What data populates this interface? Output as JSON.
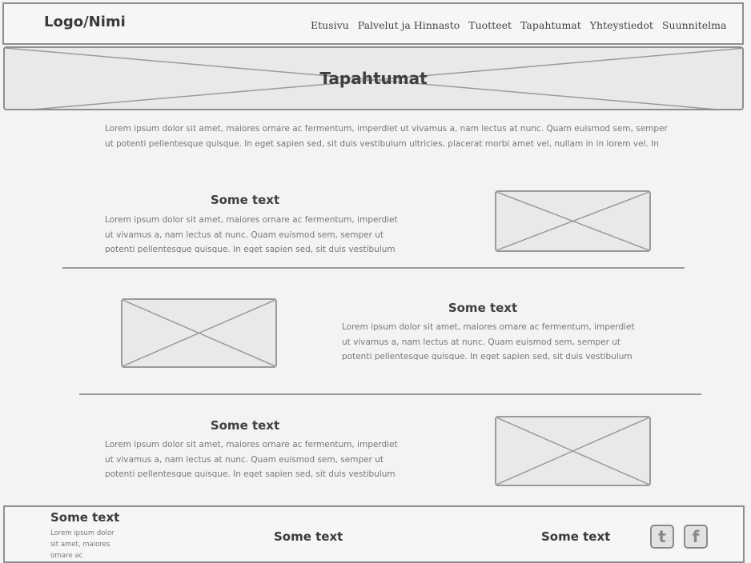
{
  "header": {
    "logo": "Logo/Nimi",
    "nav": [
      "Etusivu",
      "Palvelut ja Hinnasto",
      "Tuotteet",
      "Tapahtumat",
      "Yhteystiedot",
      "Suunnitelma"
    ]
  },
  "hero": {
    "title": "Tapahtumat"
  },
  "intro": {
    "text": "Lorem ipsum dolor sit amet, maiores ornare ac fermentum, imperdiet ut vivamus a, nam lectus at nunc. Quam euismod sem, semper ut potenti pellentesque quisque. In eget sapien sed, sit duis vestibulum ultricies, placerat morbi amet vel, nullam in in lorem vel. In molestie"
  },
  "sections": [
    {
      "title": "Some text",
      "text": "Lorem ipsum dolor sit amet, maiores ornare ac fermentum, imperdiet ut vivamus a, nam lectus at nunc. Quam euismod sem, semper ut potenti pellentesque quisque. In eget sapien sed, sit duis vestibulum ultricies."
    },
    {
      "title": "Some text",
      "text": "Lorem ipsum dolor sit amet, maiores ornare ac fermentum, imperdiet ut vivamus a, nam lectus at nunc. Quam euismod sem, semper ut potenti pellentesque quisque. In eget sapien sed, sit duis vestibulum ultricies."
    },
    {
      "title": "Some text",
      "text": "Lorem ipsum dolor sit amet, maiores ornare ac fermentum, imperdiet ut vivamus a, nam lectus at nunc. Quam euismod sem, semper ut potenti pellentesque quisque. In eget sapien sed, sit duis vestibulum ultricies."
    }
  ],
  "footer": {
    "col1_title": "Some text",
    "col1_text": "Lorem ipsum dolor sit amet, maiores ornare ac",
    "col2_title": "Some text",
    "col3_title": "Some text",
    "icons": [
      "twitter-icon",
      "facebook-icon"
    ],
    "twitter_glyph": "t",
    "facebook_glyph": "f"
  },
  "colors": {
    "background": "#f3f3f3",
    "border": "#8e8e8e",
    "placeholder_fill": "#e9e9e9",
    "text": "#3f3f3f",
    "muted_text": "#777777"
  }
}
